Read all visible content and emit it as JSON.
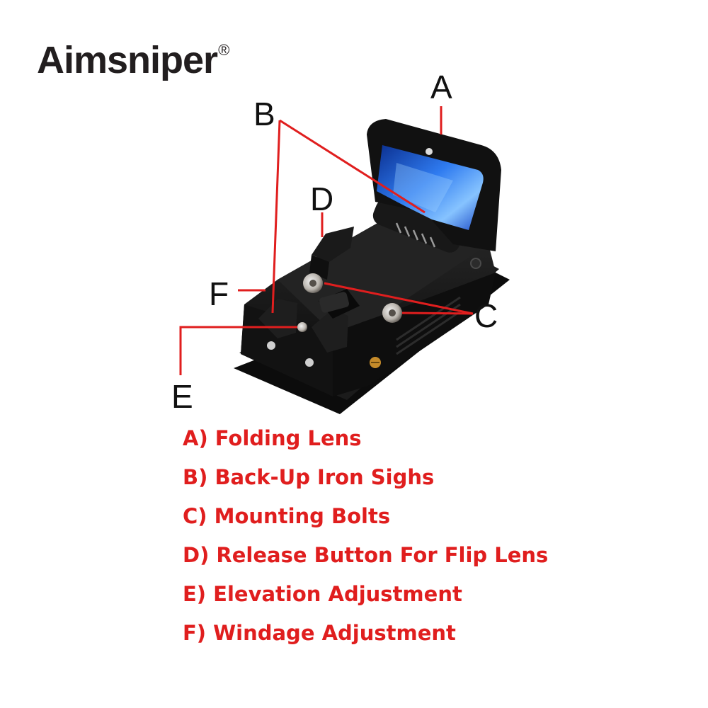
{
  "brand": {
    "name": "Aimsniper",
    "registered_mark": "®"
  },
  "callouts": {
    "a": "A",
    "b": "B",
    "c": "C",
    "d": "D",
    "e": "E",
    "f": "F"
  },
  "legend": {
    "items": [
      "A) Folding Lens",
      "B) Back-Up Iron Sighs",
      "C) Mounting Bolts",
      "D) Release Button For Flip Lens",
      "E) Elevation Adjustment",
      "F) Windage Adjustment"
    ]
  },
  "colors": {
    "leader_lines": "#e01e1e",
    "legend_text": "#e01e1e",
    "brand_text": "#221e1f",
    "lens_tint": "#1f5fd6",
    "body": "#141414"
  }
}
